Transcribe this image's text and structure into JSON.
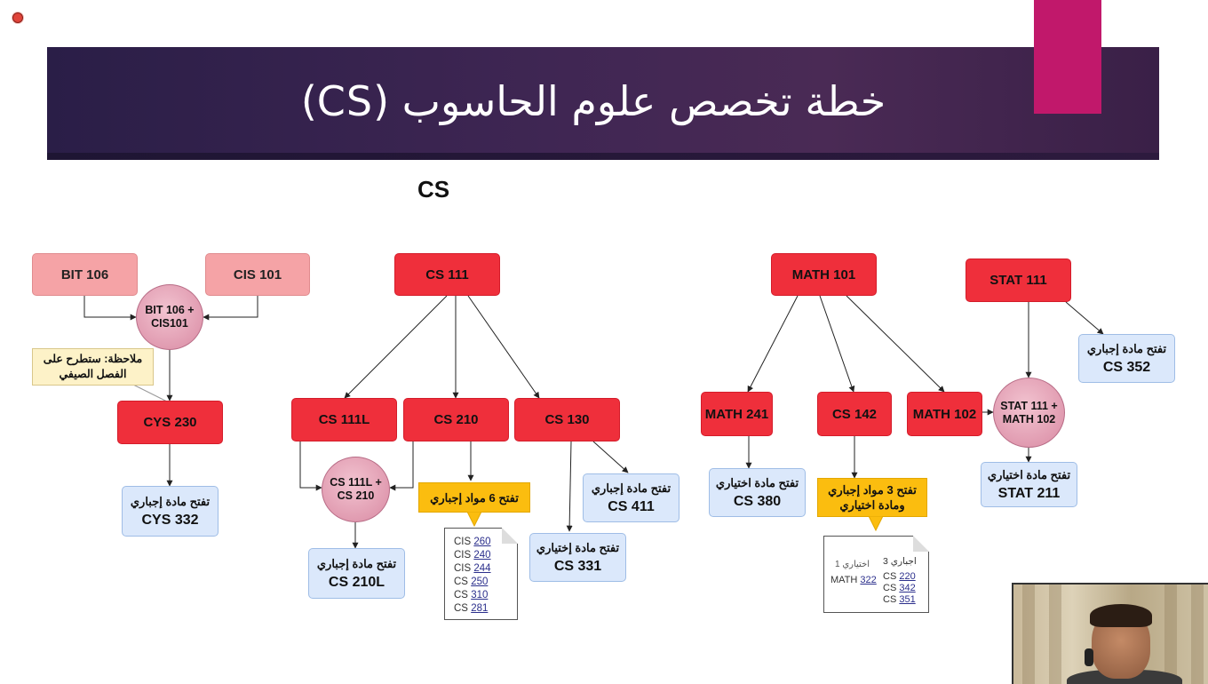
{
  "slide": {
    "title": "خطة تخصص علوم الحاسوب (CS)",
    "section_title": "CS"
  },
  "nodes": {
    "bit106": "BIT 106",
    "cis101": "CIS 101",
    "combo_bit_cis": "BIT 106 + CIS101",
    "cys230": "CYS 230",
    "cs111": "CS 111",
    "cs111l": "CS 111L",
    "cs210": "CS 210",
    "cs130": "CS 130",
    "combo_cs111l_cs210": "CS 111L + CS 210",
    "math101": "MATH 101",
    "math241": "MATH 241",
    "cs142": "CS 142",
    "math102": "MATH 102",
    "stat111": "STAT 111",
    "combo_stat_math": "STAT 111 + MATH 102"
  },
  "note": {
    "text": "ملاحظة: ستطرح على الفصل الصيفي"
  },
  "unlocks": {
    "cys332": {
      "label": "تفتح مادة إجباري",
      "code": "CYS 332"
    },
    "cs210l": {
      "label": "تفتح مادة إجباري",
      "code": "CS 210L"
    },
    "cs411": {
      "label": "تفتح مادة إجباري",
      "code": "CS 411"
    },
    "cs331": {
      "label": "تفتح مادة إختياري",
      "code": "CS 331"
    },
    "cs380": {
      "label": "تفتح مادة اختياري",
      "code": "CS 380"
    },
    "stat211": {
      "label": "تفتح مادة اختياري",
      "code": "STAT 211"
    },
    "cs352": {
      "label": "تفتح مادة إجباري",
      "code": "CS 352"
    }
  },
  "callouts": {
    "six_mandatory": "تفتح 6 مواد إجباري",
    "three_plus_one_line1": "تفتح 3 مواد إجباري",
    "three_plus_one_line2": "ومادة اختياري"
  },
  "doc_cs210": {
    "rows": [
      {
        "prefix": "CIS",
        "num": "260"
      },
      {
        "prefix": "CIS",
        "num": "240"
      },
      {
        "prefix": "CIS",
        "num": "244"
      },
      {
        "prefix": "CS",
        "num": "250"
      },
      {
        "prefix": "CS",
        "num": "310"
      },
      {
        "prefix": "CS",
        "num": "281"
      }
    ]
  },
  "doc_cs142": {
    "mandatory_header": "اجباري 3",
    "elective_header": "اختياري 1",
    "mandatory_rows": [
      {
        "prefix": "CS",
        "num": "220"
      },
      {
        "prefix": "CS",
        "num": "342"
      },
      {
        "prefix": "CS",
        "num": "351"
      }
    ],
    "elective_rows": [
      {
        "prefix": "MATH",
        "num": "322"
      }
    ]
  },
  "colors": {
    "banner": "#3f2653",
    "accent_tab": "#c1186b",
    "course_red": "#ef2f3b",
    "course_light_red": "#f5a3a6",
    "combo_pink": "#e3a4b7",
    "unlock_blue": "#dbe8fb",
    "callout_yellow": "#fbbd0f",
    "note_cream": "#fdf2c8"
  }
}
